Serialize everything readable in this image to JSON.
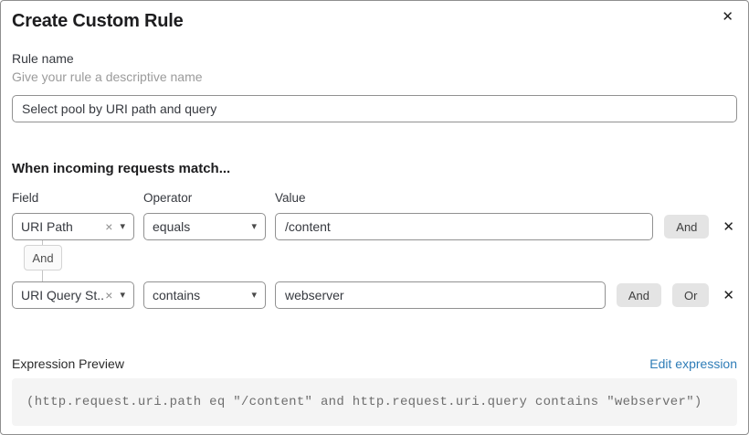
{
  "dialog": {
    "title": "Create Custom Rule"
  },
  "icons": {
    "close": "✕",
    "clear": "×",
    "caret": "▾",
    "remove": "✕"
  },
  "rule_name": {
    "label": "Rule name",
    "helper": "Give your rule a descriptive name",
    "value": "Select pool by URI path and query"
  },
  "match": {
    "heading": "When incoming requests match...",
    "columns": {
      "field": "Field",
      "operator": "Operator",
      "value": "Value"
    },
    "connector": "And",
    "rows": [
      {
        "field": "URI Path",
        "operator": "equals",
        "value": "/content",
        "and_label": "And"
      },
      {
        "field": "URI Query St...",
        "operator": "contains",
        "value": "webserver",
        "and_label": "And",
        "or_label": "Or"
      }
    ]
  },
  "expression": {
    "label": "Expression Preview",
    "edit_link": "Edit expression",
    "code": "(http.request.uri.path eq \"/content\" and http.request.uri.query contains \"webserver\")"
  },
  "colors": {
    "link_blue": "#2e7cb7",
    "button_gray": "#e4e4e4",
    "input_border": "#919191",
    "code_background": "#f4f4f4"
  }
}
